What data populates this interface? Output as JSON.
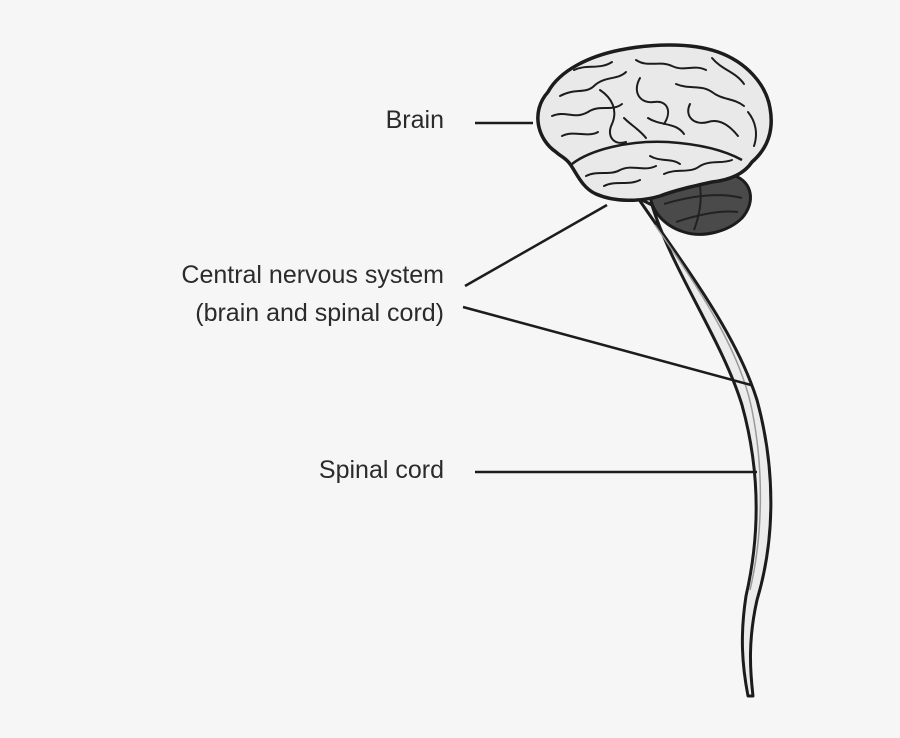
{
  "labels": {
    "brain": "Brain",
    "cns_line1": "Central nervous system",
    "cns_line2": "(brain and spinal cord)",
    "spinal_cord": "Spinal cord"
  },
  "colors": {
    "background": "#f6f6f6",
    "ink": "#1c1c1c",
    "brain_fill": "#e9e9e9",
    "cerebellum_fill": "#4a4a4a",
    "cord_fill": "#ececec"
  }
}
